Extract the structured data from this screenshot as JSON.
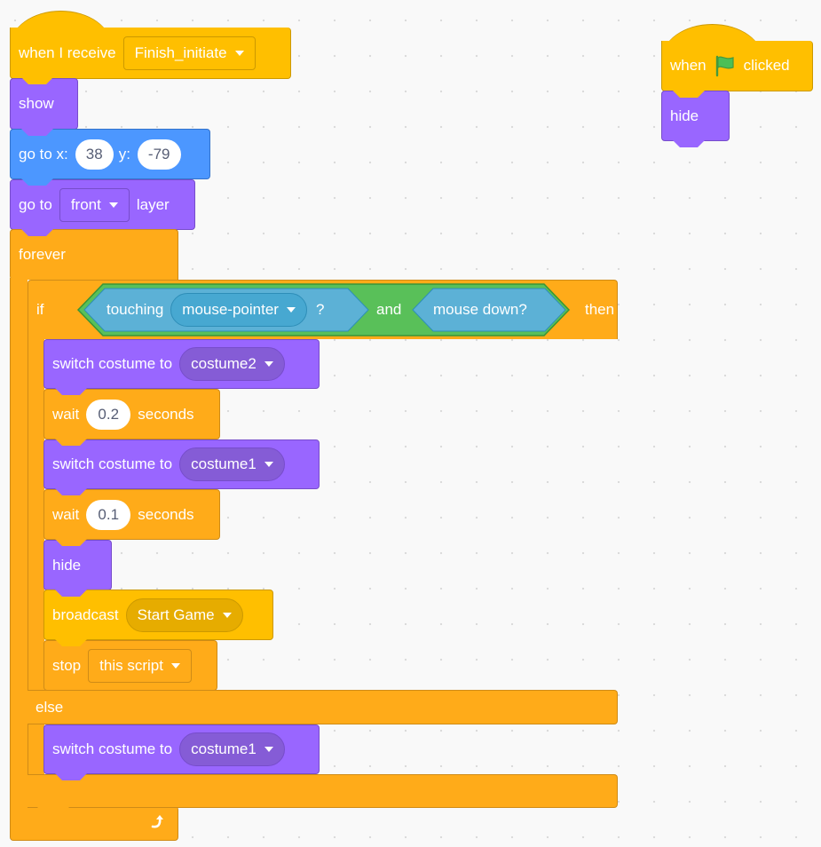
{
  "canvas": {
    "background": "#f9f9f9"
  },
  "colors": {
    "events": "#ffbf00",
    "looks": "#9966ff",
    "motion": "#4c97ff",
    "control": "#ffab19",
    "sensing": "#5cb1d6",
    "operators": "#59c059"
  },
  "script1": {
    "hat": {
      "label": "when I receive",
      "message": "Finish_initiate"
    },
    "show": {
      "label": "show"
    },
    "goto_xy": {
      "label_x": "go to x:",
      "x": "38",
      "label_y": "y:",
      "y": "-79"
    },
    "goto_layer": {
      "label": "go to",
      "layer": "front",
      "suffix": "layer"
    },
    "forever": {
      "label": "forever",
      "loop_icon": "loop-arrow-icon"
    },
    "if_else": {
      "if_label": "if",
      "then_label": "then",
      "else_label": "else",
      "condition": {
        "touching_label": "touching",
        "touching_target": "mouse-pointer",
        "question": "?",
        "and_label": "and",
        "mouse_down": "mouse down?"
      },
      "then_blocks": {
        "switch1": {
          "label": "switch costume to",
          "costume": "costume2"
        },
        "wait1": {
          "label": "wait",
          "value": "0.2",
          "suffix": "seconds"
        },
        "switch2": {
          "label": "switch costume to",
          "costume": "costume1"
        },
        "wait2": {
          "label": "wait",
          "value": "0.1",
          "suffix": "seconds"
        },
        "hide": {
          "label": "hide"
        },
        "broadcast": {
          "label": "broadcast",
          "message": "Start Game"
        },
        "stop": {
          "label": "stop",
          "option": "this script"
        }
      },
      "else_blocks": {
        "switch3": {
          "label": "switch costume to",
          "costume": "costume1"
        }
      }
    }
  },
  "script2": {
    "hat": {
      "label_when": "when",
      "flag_icon": "green-flag-icon",
      "label_clicked": "clicked"
    },
    "hide": {
      "label": "hide"
    }
  }
}
